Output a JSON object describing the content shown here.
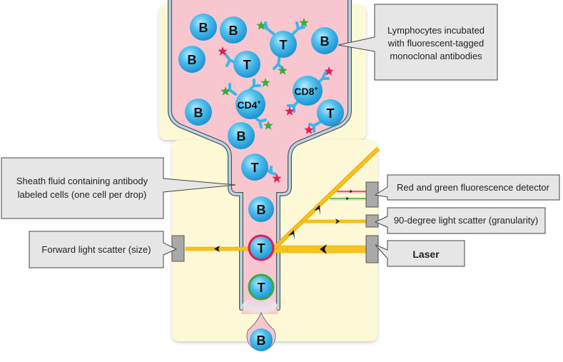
{
  "colors": {
    "panel_bg": "#fdf9d6",
    "fluid": "#f8c6cf",
    "tube_wall": "#7fa9c4",
    "cell": "#3cb6ea",
    "cell_dark": "#1a8cc7",
    "beam": "#f7c31c",
    "red_marker": "#e11d5b",
    "green_marker": "#3aab3a",
    "callout_bg": "#e6e6e6",
    "detector": "#a9a9a9"
  },
  "callouts": {
    "lymphocytes": {
      "line1": "Lymphocytes incubated",
      "line2": "with fluorescent-tagged",
      "line3": "monoclonal antibodies"
    },
    "sheath": {
      "line1": "Sheath fluid containing antibody",
      "line2": "labeled cells (one cell per drop)"
    },
    "forward": {
      "label": "Forward light scatter (size)"
    },
    "fluorescence": {
      "label": "Red and green fluorescence detector"
    },
    "side_scatter": {
      "label": "90-degree light scatter (granularity)"
    },
    "laser": {
      "label": "Laser"
    }
  },
  "cells": {
    "b": "B",
    "t": "T",
    "cd4": "CD4",
    "cd8": "CD8",
    "plus": "+"
  }
}
